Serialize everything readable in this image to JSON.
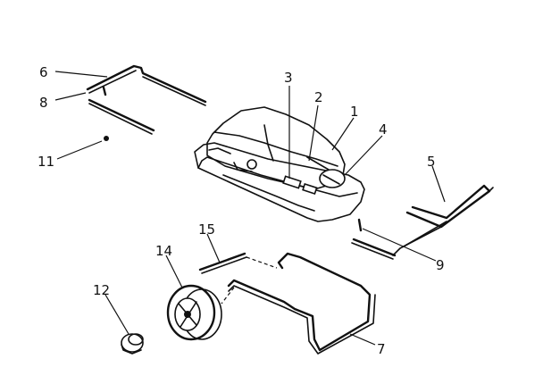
{
  "callouts": {
    "c1": "1",
    "c2": "2",
    "c3": "3",
    "c4": "4",
    "c5": "5",
    "c6": "6",
    "c7": "7",
    "c8": "8",
    "c9": "9",
    "c11": "11",
    "c12": "12",
    "c14": "14",
    "c15": "15"
  }
}
